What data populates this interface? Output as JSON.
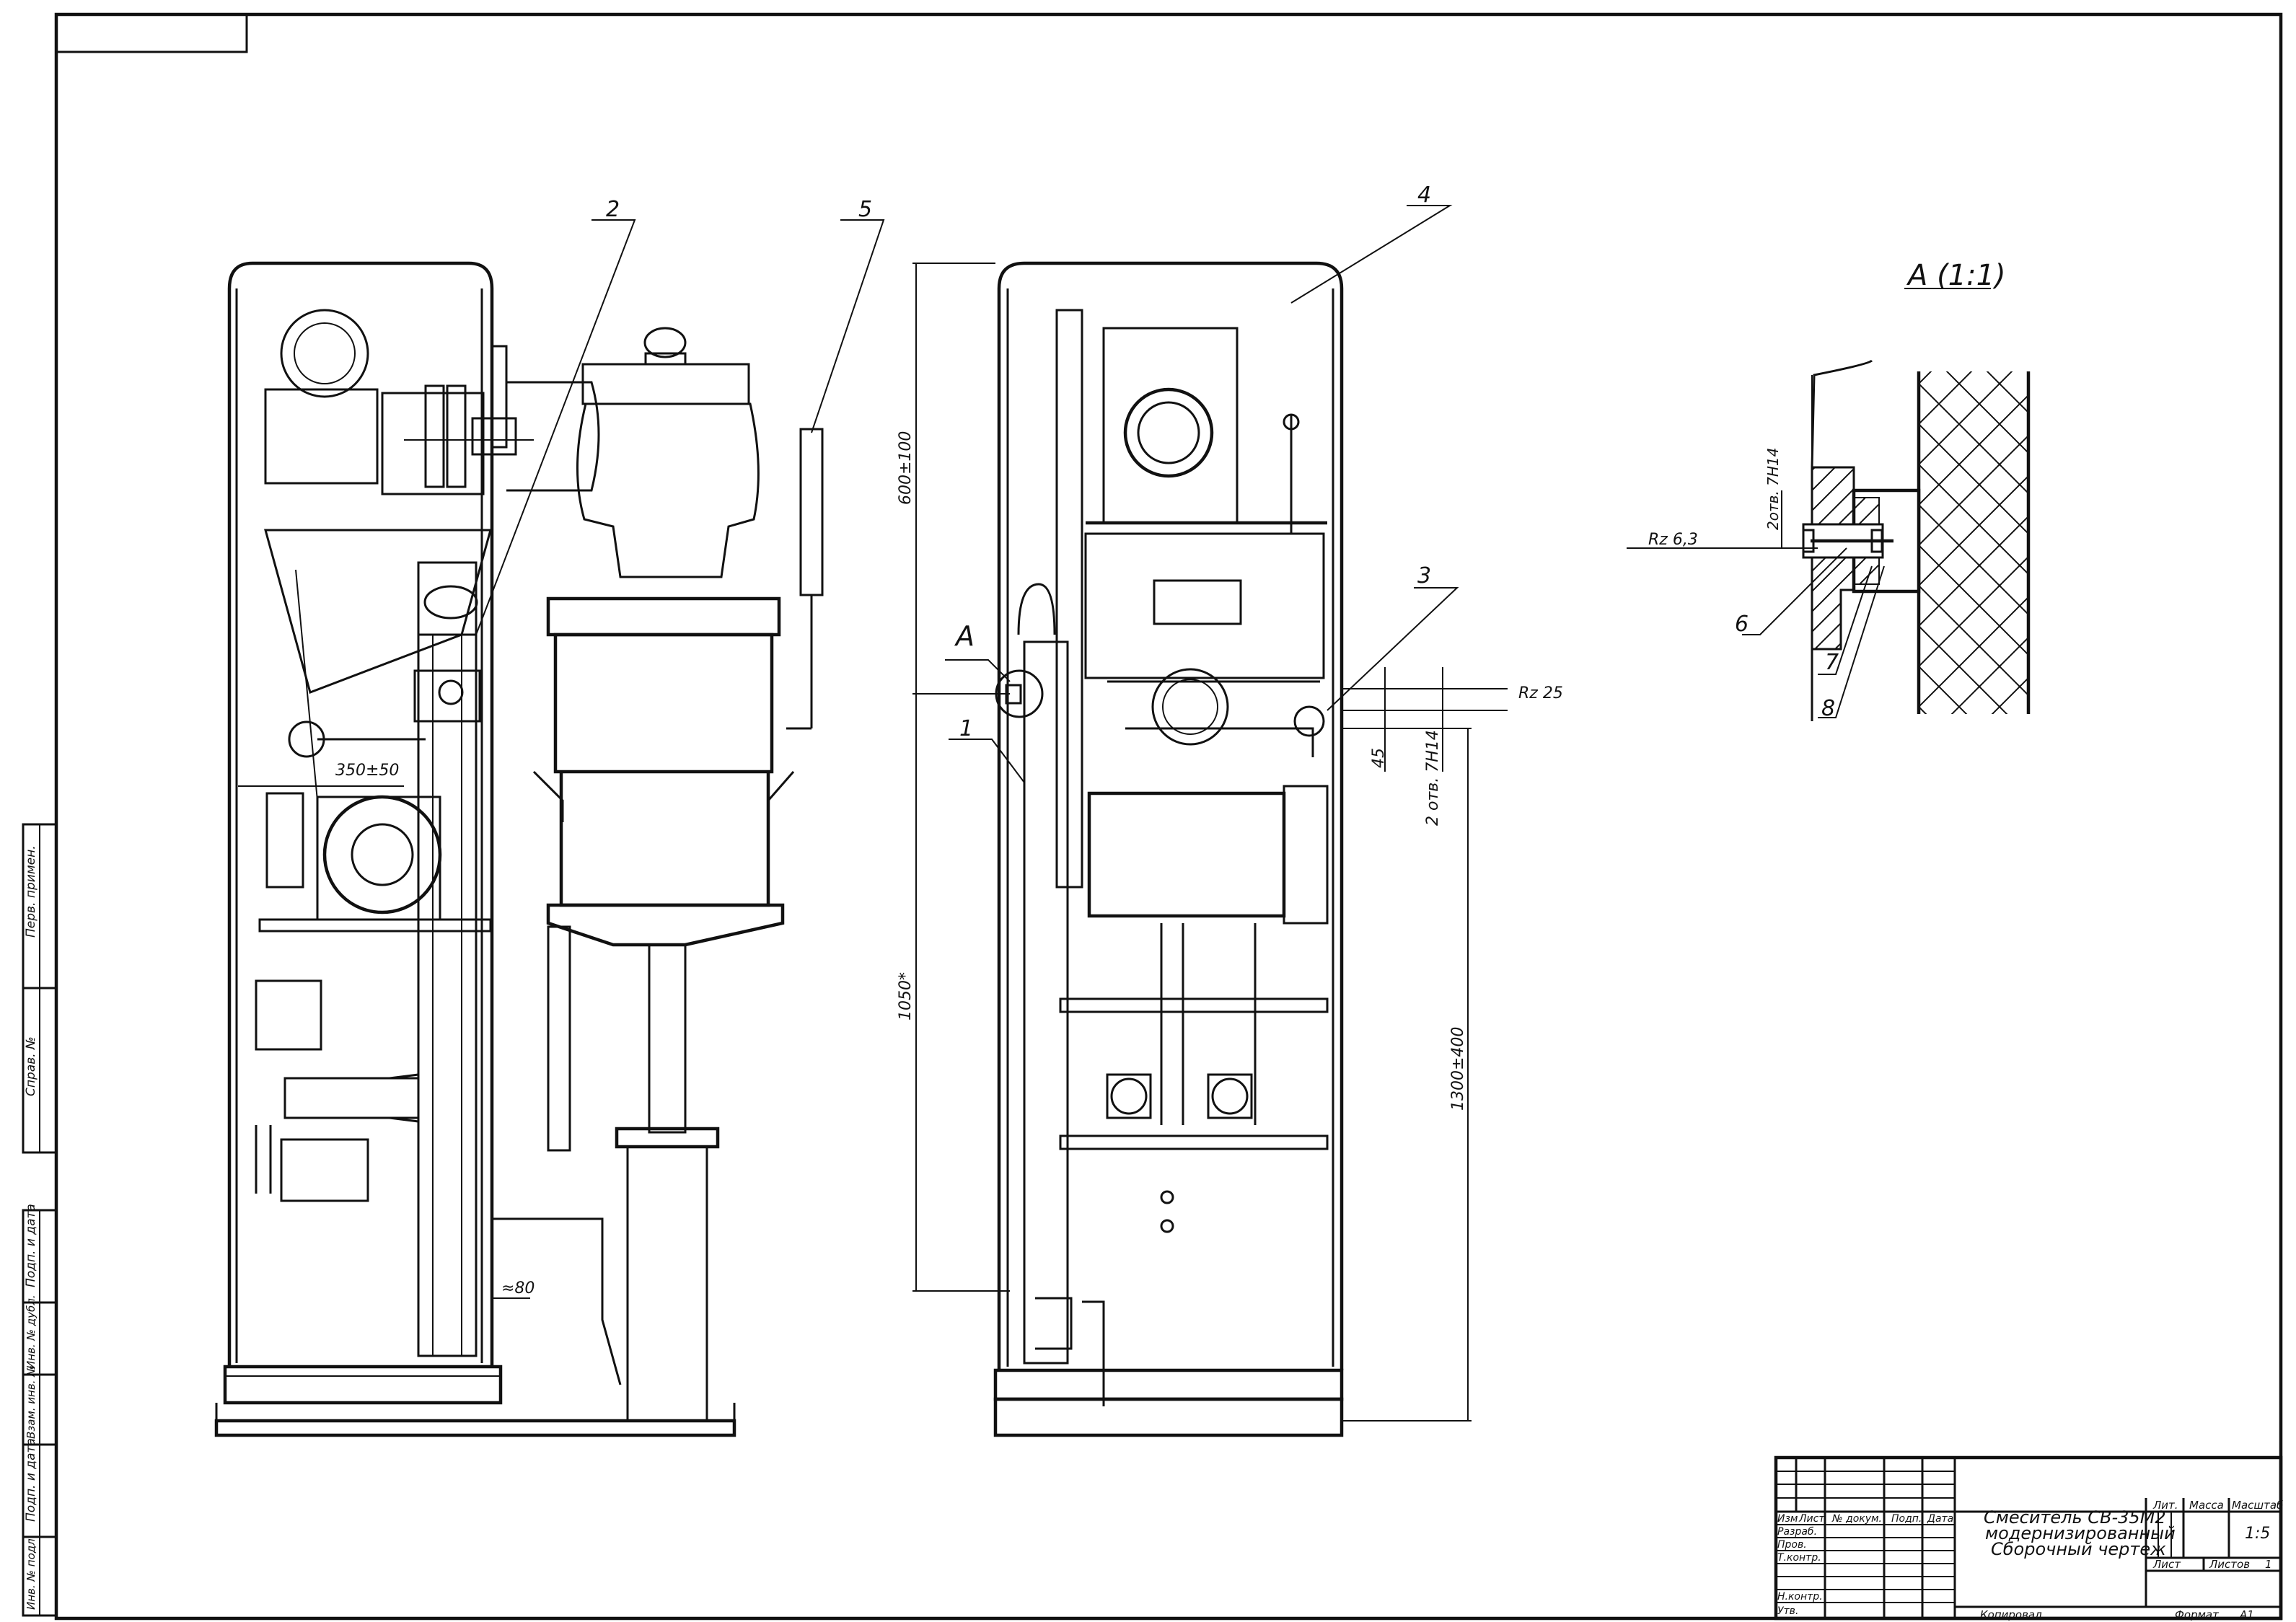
{
  "drawing": {
    "callouts": [
      "1",
      "2",
      "3",
      "4",
      "5",
      "6",
      "7",
      "8"
    ],
    "view_marker": "A",
    "section_title": "A (1:1)",
    "dimensions": {
      "height_upper": "600±100",
      "height_lower": "1050*",
      "height_right": "1300±400",
      "width_motor": "350±50",
      "offset_pipe": "≈80",
      "dim_45": "45",
      "tol_main": "2 отв. 7Н14",
      "tol_section": "2отв. 7Н14",
      "rough_main": "Rz 25",
      "rough_section": "Rz 6,3"
    }
  },
  "left_strip": {
    "labels": [
      "Перв. примен.",
      "Справ. №",
      "Подп. и дата",
      "Инв. № дубл.",
      "Взам. инв. №",
      "Подп. и дата",
      "Инв. № подл."
    ]
  },
  "title_block": {
    "title_lines": [
      "Смеситель СВ-35М2",
      "модернизированный",
      "Сборочный чертеж"
    ],
    "headers": [
      "Изм",
      "Лист",
      "№ докум.",
      "Подп.",
      "Дата"
    ],
    "roles": [
      "Разраб.",
      "Пров.",
      "Т.контр.",
      "Н.контр.",
      "Утв."
    ],
    "lit_label": "Лит.",
    "mass_label": "Масса",
    "scale_label": "Масштаб",
    "scale_value": "1:5",
    "sheet_label": "Лист",
    "sheets_label": "Листов",
    "sheets_value": "1",
    "copied_label": "Копировал",
    "format_label": "Формат",
    "format_value": "А1"
  }
}
